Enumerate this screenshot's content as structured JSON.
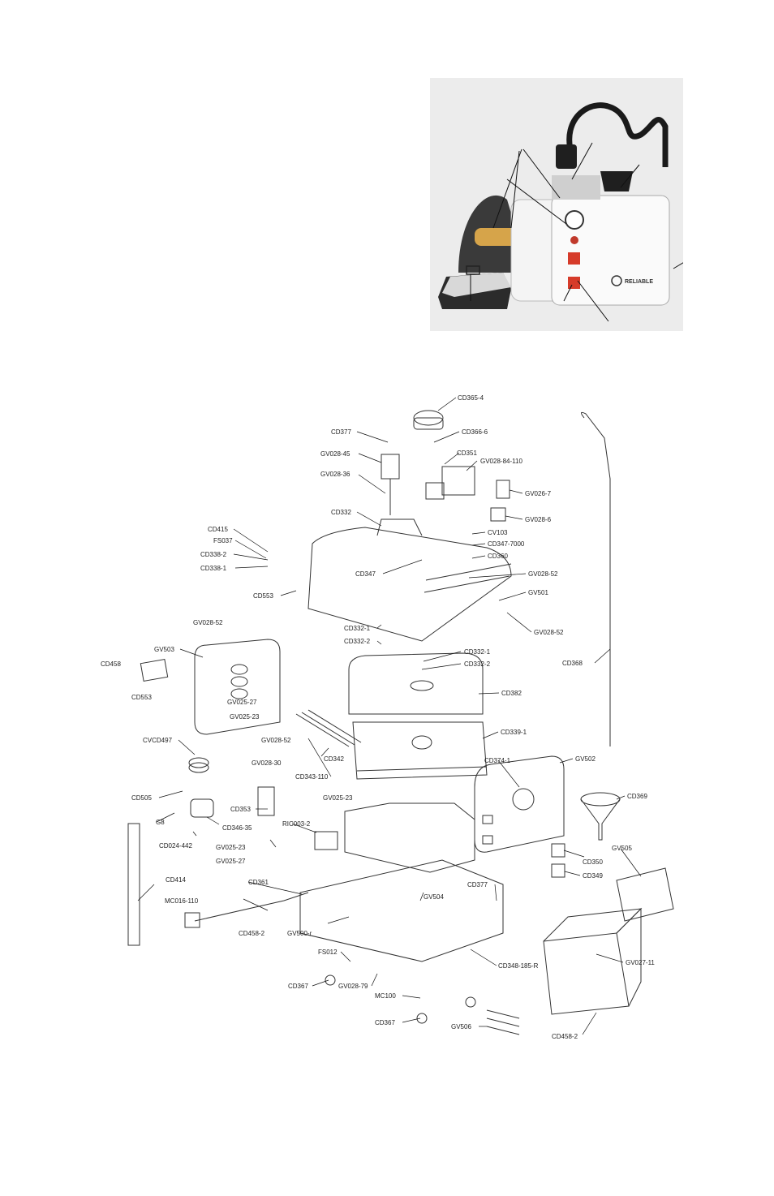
{
  "photo": {
    "brand_text": "RELIABLE"
  },
  "parts": [
    "CD365-4",
    "CD366-6",
    "CD377",
    "GV028-45",
    "CD351",
    "GV028-84-110",
    "GV028-36",
    "GV026-7",
    "CD332",
    "GV028-6",
    "CV103",
    "CD347-7000",
    "CD415",
    "FS037",
    "CD338-2",
    "CD360",
    "CD338-1",
    "GV028-52",
    "CD347",
    "GV501",
    "CD553",
    "GV028-52",
    "CD332-1",
    "GV028-52",
    "CD332-2",
    "GV503",
    "CD332-1",
    "CD458",
    "CD332-2",
    "CD368",
    "CD382",
    "CD553",
    "GV025-27",
    "GV025-23",
    "CD339-1",
    "CVCD497",
    "GV028-52",
    "GV502",
    "GV028-30",
    "CD342",
    "CD374-1",
    "CD343-110",
    "CD369",
    "GV025-23",
    "CD505",
    "CD353",
    "GV505",
    "G8",
    "RIC003-2",
    "CD346-35",
    "CD024-442",
    "GV025-23",
    "CD350",
    "GV025-27",
    "CD349",
    "CD414",
    "CD361",
    "CD377",
    "GV504",
    "MC016-110",
    "GV500-r",
    "CD458-2",
    "FS012",
    "CD348-185-R",
    "GV027-11",
    "CD367",
    "GV028-79",
    "MC100",
    "CD367",
    "GV506",
    "CD458-2"
  ]
}
